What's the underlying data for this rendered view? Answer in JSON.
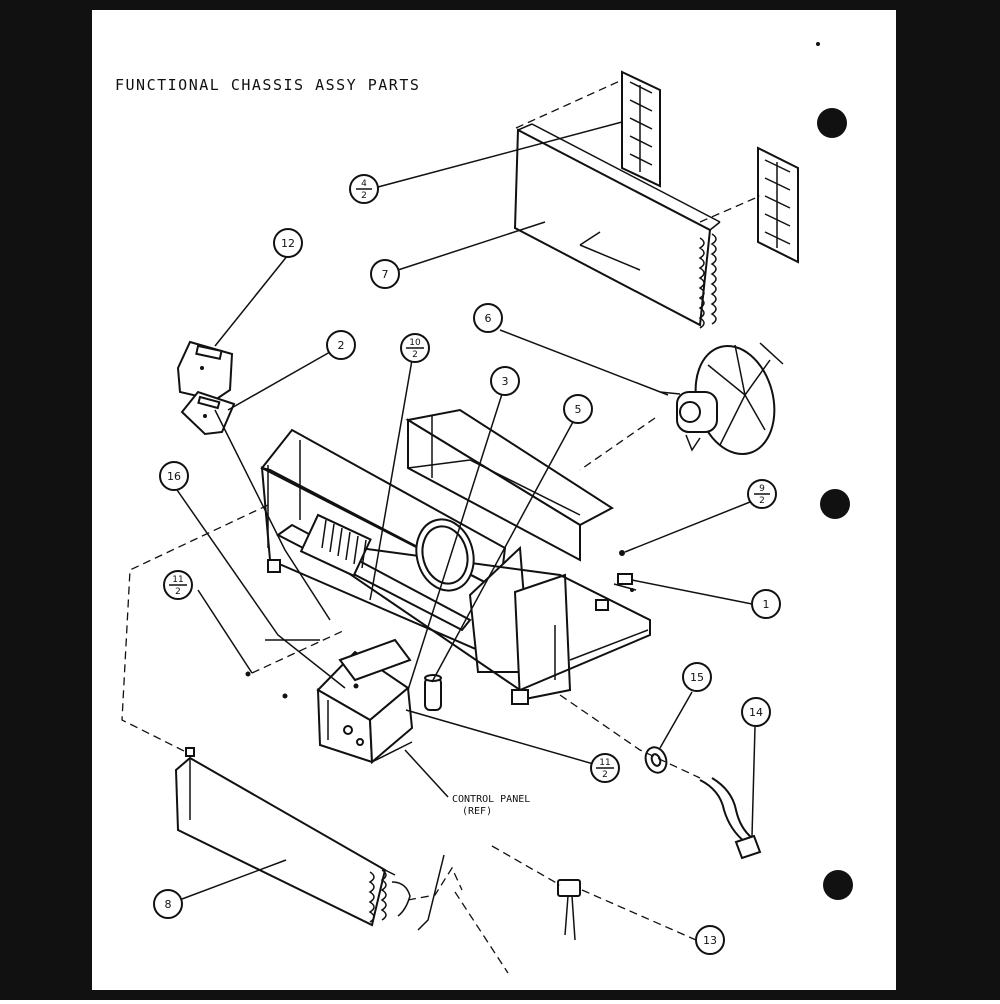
{
  "title": "FUNCTIONAL CHASSIS ASSY PARTS",
  "control_panel_label": [
    "CONTROL PANEL",
    "(REF)"
  ],
  "callouts": {
    "c12": "12",
    "c2": "2",
    "c7": "7",
    "c6": "6",
    "c3": "3",
    "c5": "5",
    "c16": "16",
    "c1": "1",
    "c15": "15",
    "c14": "14",
    "c8": "8",
    "c13": "13"
  },
  "fraction_callouts": {
    "f4": {
      "num": "4",
      "den": "2"
    },
    "f10": {
      "num": "10",
      "den": "2"
    },
    "f9": {
      "num": "9",
      "den": "2"
    },
    "f11a": {
      "num": "11",
      "den": "2"
    },
    "f11b": {
      "num": "11",
      "den": "2"
    }
  }
}
